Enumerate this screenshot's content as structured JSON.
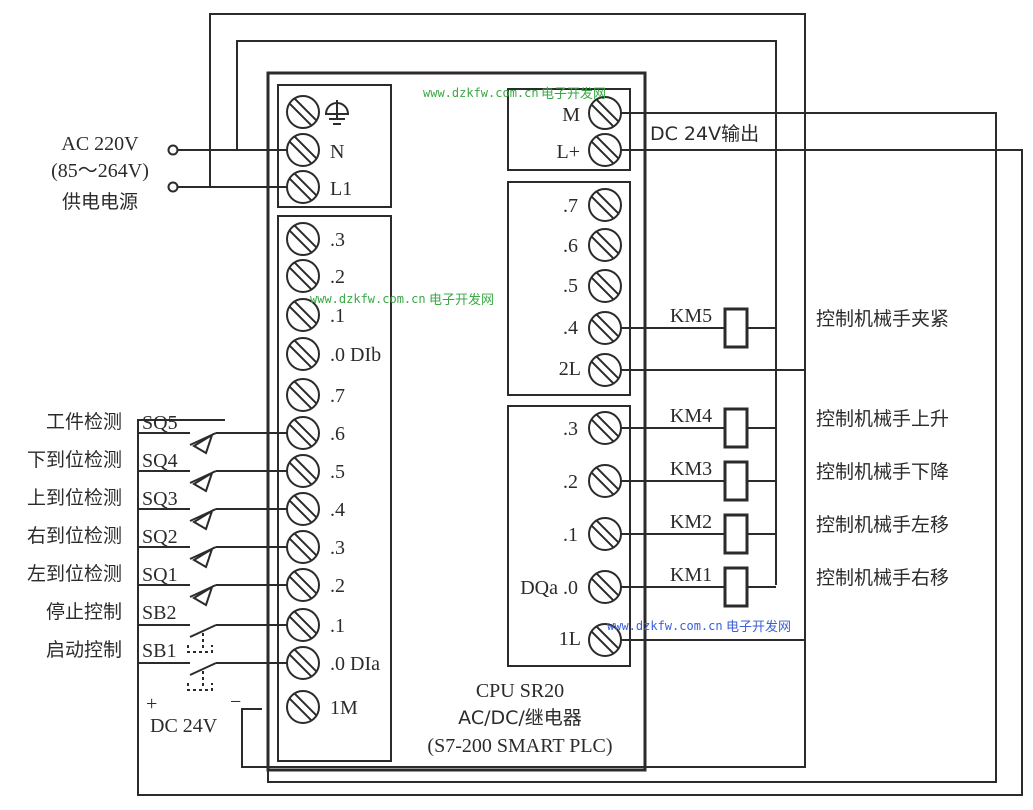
{
  "power_supply": {
    "line1": "AC 220V",
    "line2": "(85～264V)",
    "line3": "供电电源"
  },
  "plc": {
    "model": "CPU  SR20",
    "type": "AC/DC/继电器",
    "family": "(S7-200  SMART  PLC)"
  },
  "power_terminals": [
    {
      "label": "ground-symbol",
      "icon": "ground-icon"
    },
    {
      "label": "N"
    },
    {
      "label": "L1"
    }
  ],
  "dc_output": {
    "label": "DC 24V输出",
    "terminals": [
      {
        "label": "M"
      },
      {
        "label": "L+"
      }
    ]
  },
  "input_terminals_b": [
    {
      "label": ".3"
    },
    {
      "label": ".2"
    },
    {
      "label": ".1"
    },
    {
      "label": ".0 DIb"
    }
  ],
  "input_terminals_a": [
    {
      "label": ".7"
    },
    {
      "label": ".6"
    },
    {
      "label": ".5"
    },
    {
      "label": ".4"
    },
    {
      "label": ".3"
    },
    {
      "label": ".2"
    },
    {
      "label": ".1"
    },
    {
      "label": ".0 DIa"
    },
    {
      "label": "1M"
    }
  ],
  "inputs": [
    {
      "desc": "工件检测",
      "tag": "SQ5",
      "terminal": ".6",
      "type": "limit-switch"
    },
    {
      "desc": "下到位检测",
      "tag": "SQ4",
      "terminal": ".5",
      "type": "limit-switch"
    },
    {
      "desc": "上到位检测",
      "tag": "SQ3",
      "terminal": ".4",
      "type": "limit-switch"
    },
    {
      "desc": "右到位检测",
      "tag": "SQ2",
      "terminal": ".3",
      "type": "limit-switch"
    },
    {
      "desc": "左到位检测",
      "tag": "SQ1",
      "terminal": ".2",
      "type": "limit-switch"
    },
    {
      "desc": "停止控制",
      "tag": "SB2",
      "terminal": ".1",
      "type": "push-button"
    },
    {
      "desc": "启动控制",
      "tag": "SB1",
      "terminal": ".0",
      "type": "push-button"
    }
  ],
  "dc24_source": {
    "plus": "+",
    "minus": "−",
    "label": "DC 24V"
  },
  "output_terminals_b": [
    {
      "label": ".7"
    },
    {
      "label": ".6"
    },
    {
      "label": ".5"
    },
    {
      "label": ".4"
    },
    {
      "label": "2L"
    }
  ],
  "output_terminals_a": [
    {
      "label": ".3"
    },
    {
      "label": ".2"
    },
    {
      "label": ".1"
    },
    {
      "label": "DQa .0"
    },
    {
      "label": "1L"
    }
  ],
  "outputs": [
    {
      "coil": "KM5",
      "terminal": ".4",
      "desc": "控制机械手夹紧"
    },
    {
      "coil": "KM4",
      "terminal": ".3",
      "desc": "控制机械手上升"
    },
    {
      "coil": "KM3",
      "terminal": ".2",
      "desc": "控制机械手下降"
    },
    {
      "coil": "KM2",
      "terminal": ".1",
      "desc": "控制机械手左移"
    },
    {
      "coil": "KM1",
      "terminal": ".0",
      "desc": "控制机械手右移"
    }
  ],
  "watermarks": [
    {
      "url": "www.dzkfw.com.cn",
      "name": "电子开发网",
      "color": "#3aa845"
    },
    {
      "url": "www.dzkfw.com.cn",
      "name": "电子开发网",
      "color": "#3aa845"
    },
    {
      "url": "www.dzkfw.com.cn",
      "name": "电子开发网",
      "color": "#3a5fd9"
    }
  ]
}
